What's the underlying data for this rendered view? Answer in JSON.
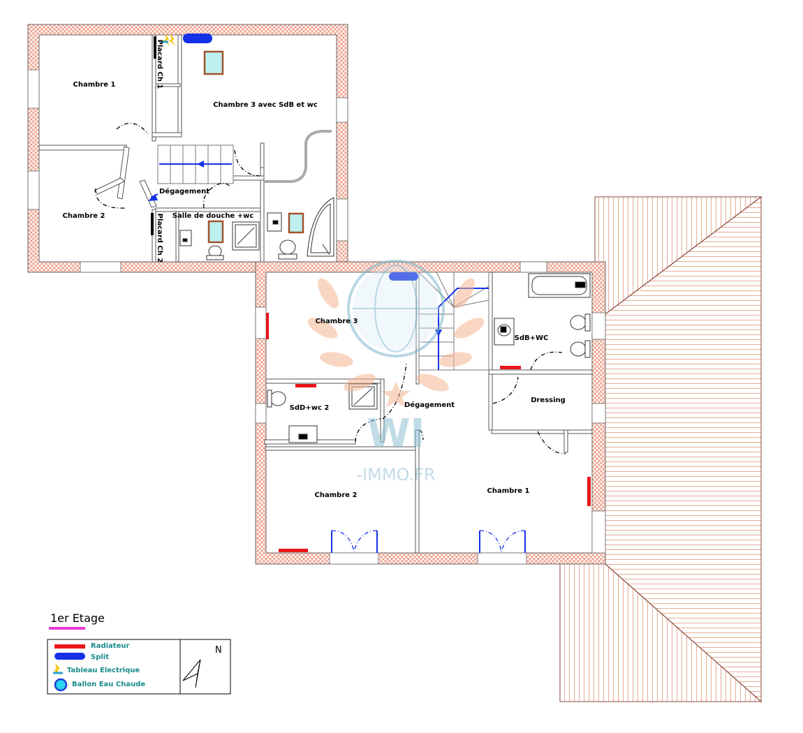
{
  "floor_title": "1er Etage",
  "left_block": {
    "rooms": {
      "chambre1": "Chambre 1",
      "chambre2": "Chambre 2",
      "chambre3": "Chambre 3 avec SdB et wc",
      "degagement": "Dégagement",
      "salle_douche": "Salle de douche +wc",
      "placard1": "Placard Ch 1",
      "placard2": "Placard Ch 2"
    }
  },
  "right_block": {
    "rooms": {
      "chambre3": "Chambre 3",
      "sdb_wc": "SdB+WC",
      "sdd_wc2": "SdD+wc 2",
      "degagement": "Dégagement",
      "dressing": "Dressing",
      "chambre2": "Chambre 2",
      "chambre1": "Chambre 1"
    }
  },
  "legend": {
    "items": [
      {
        "label": "Radiateur",
        "color": "#e8161b"
      },
      {
        "label": "Split",
        "color": "#1431e6"
      },
      {
        "label": "Tableau Electrique",
        "color": "#f5c400"
      },
      {
        "label": "Ballon Eau Chaude",
        "color": "#1b3ed6"
      }
    ],
    "compass": "N"
  },
  "watermark": {
    "logo": "WI",
    "site": "-IMMO.FR"
  },
  "colors": {
    "wall_hatch": "#e8866e",
    "roof_hatch": "#d98a6a",
    "radiator": "#e8161b",
    "split": "#1431e6",
    "legend_text": "#1a8a8a",
    "floor_underline": "#e83ad6"
  }
}
